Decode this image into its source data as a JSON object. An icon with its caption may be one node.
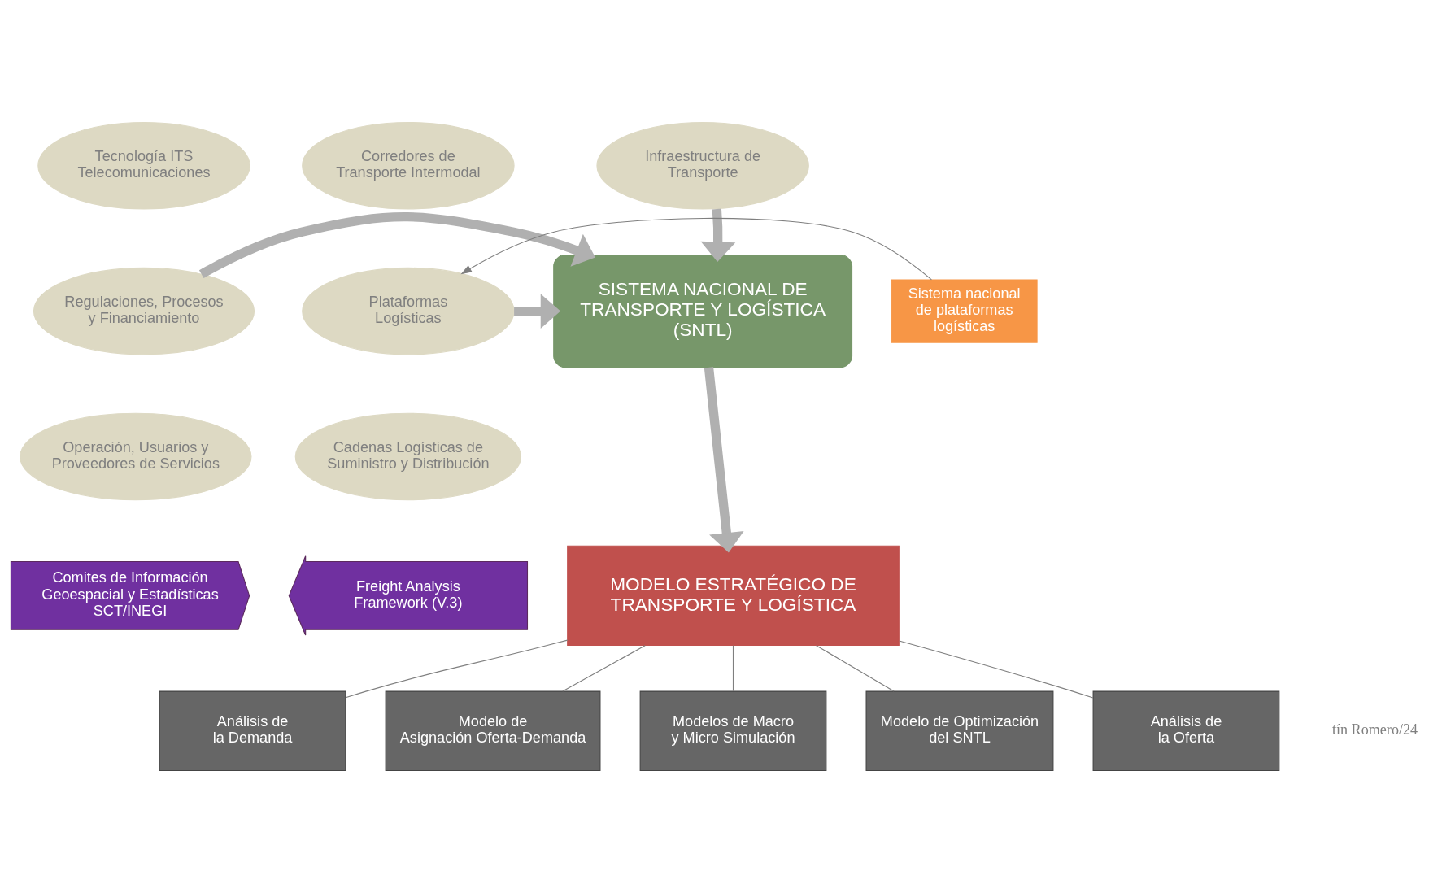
{
  "diagram": {
    "nodes": [
      {
        "text": [
          "Tecnología ITS Telecomunicaciones"
        ]
      },
      {
        "text": [
          "Infraestructura de Transporte"
        ]
      },
      {
        "text": [
          "Corredores de Transporte Intermodal"
        ]
      },
      {
        "text": [
          "Regulaciones, Procesos y Financiamiento"
        ]
      },
      {
        "text": [
          "SISTEMA NACIONAL DE TRANSPORTE Y LOGÍSTICA (SNTL)"
        ]
      },
      {
        "text": [
          "Plataformas Logísticas"
        ]
      },
      {
        "text": [
          "Sistema nacional de plataformas logísticas"
        ]
      },
      {
        "text": [
          "Operación, Usuarios y Proveedores de Servicios"
        ]
      },
      {
        "text": [
          "Cadenas Logísticas de Suministro y Distribución"
        ]
      },
      {
        "text": [
          "Comites de Información Geoespacial y Estadísticas SCT/INEGI"
        ]
      },
      {
        "text": [
          "MODELO ESTRATÉGICO DE TRANSPORTE Y LOGÍSTICA"
        ]
      },
      {
        "text": [
          "Freight Analysis Framework (V.3)"
        ]
      },
      {
        "text": [
          "Análisis de la Oferta"
        ]
      },
      {
        "text": [
          "Análisis de la Demanda"
        ]
      },
      {
        "text": [
          "Modelo de Asignación Oferta-Demanda"
        ]
      },
      {
        "text": [
          "Modelos de Macro y Micro Simulación"
        ]
      },
      {
        "text": [
          "Modelo de Optimización del SNTL"
        ]
      }
    ],
    "edges": [
      {
        "from": 1,
        "to": 4,
        "arrow": "to",
        "style": "thick"
      },
      {
        "from": 3,
        "to": 4,
        "arrow": "to",
        "style": "thick"
      },
      {
        "from": 5,
        "to": 4,
        "arrow": "to",
        "style": "thick"
      },
      {
        "from": 6,
        "to": 5,
        "arrow": "to"
      },
      {
        "from": 4,
        "to": 10,
        "arrow": "to",
        "style": "thick"
      },
      {
        "from": 10,
        "to": 12,
        "arrow": "none"
      },
      {
        "from": 10,
        "to": 13,
        "arrow": "none"
      },
      {
        "from": 10,
        "to": 14,
        "arrow": "none"
      },
      {
        "from": 10,
        "to": 15,
        "arrow": "none"
      },
      {
        "from": 10,
        "to": 16,
        "arrow": "none"
      }
    ],
    "labels": [
      "tín Romero/24"
    ]
  }
}
